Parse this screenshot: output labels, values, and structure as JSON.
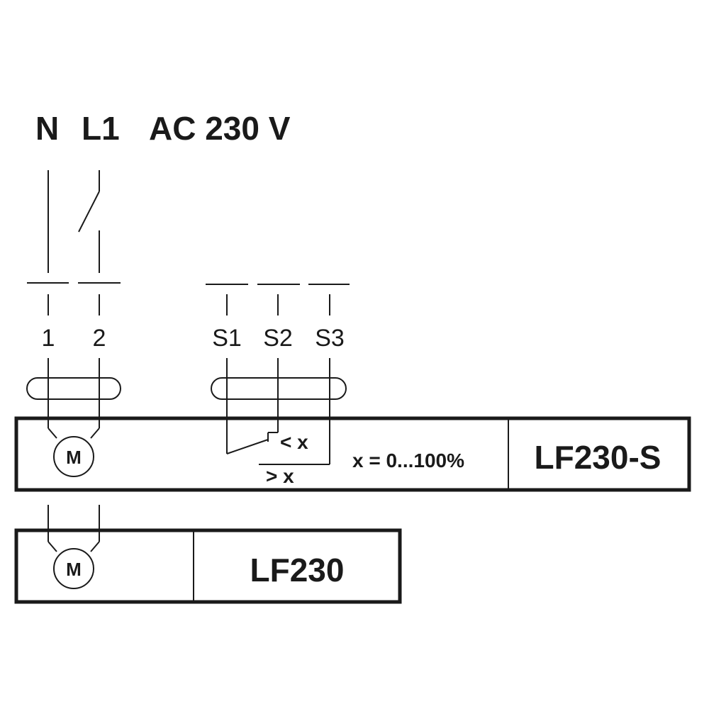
{
  "header": {
    "n": "N",
    "l1": "L1",
    "supply": "AC 230 V"
  },
  "terminals": {
    "t1": "1",
    "t2": "2",
    "s1": "S1",
    "s2": "S2",
    "s3": "S3"
  },
  "lf230s": {
    "motor": "M",
    "switch_lt": "< x",
    "switch_gt": "> x",
    "range": "x = 0...100%",
    "model": "LF230-S"
  },
  "lf230": {
    "motor": "M",
    "model": "LF230"
  }
}
